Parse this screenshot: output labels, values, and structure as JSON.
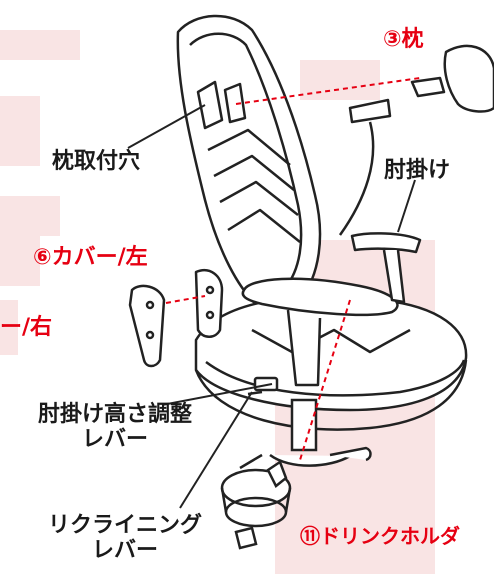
{
  "labels": {
    "pillow": "③枕",
    "pillow_hole": "枕取付穴",
    "armrest": "肘掛け",
    "cover_left": "⑥カバー/左",
    "cover_right": "ー/右",
    "armrest_height_lever_line1": "肘掛け高さ調整",
    "armrest_height_lever_line2": "レバー",
    "recline_lever_line1": "リクライニング",
    "recline_lever_line2": "レバー",
    "drink_holder": "⑪ドリンクホルダ"
  },
  "colors": {
    "part_label": "#e60012",
    "leader_dash": "#e60012",
    "text": "#1a1a1a",
    "watermark": "#f9e4e4",
    "outline": "#222222"
  }
}
